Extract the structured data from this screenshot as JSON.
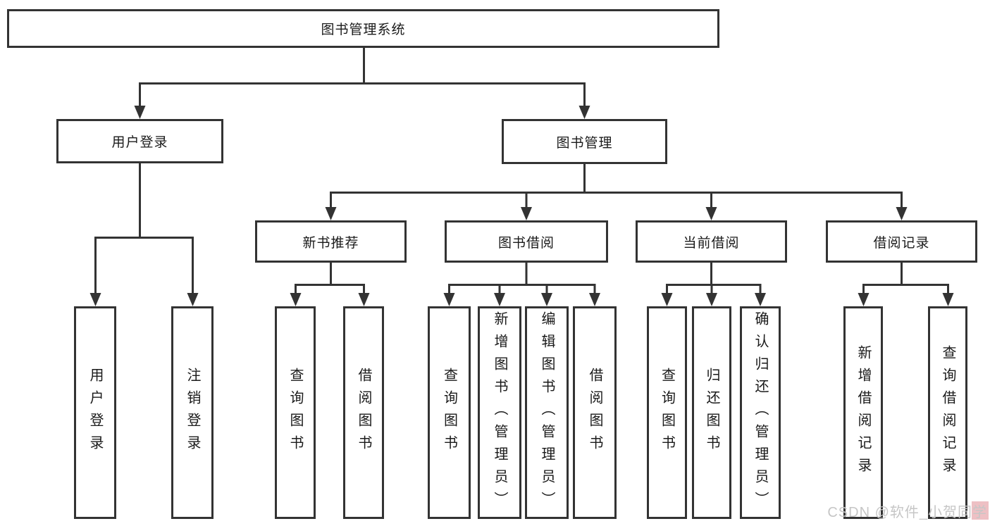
{
  "nodes": {
    "root": "图书管理系统",
    "level2": {
      "user_login": "用户登录",
      "book_mgmt": "图书管理"
    },
    "level3": {
      "recommend": "新书推荐",
      "borrow": "图书借阅",
      "current": "当前借阅",
      "records": "借阅记录"
    },
    "leaves": {
      "login": [
        "用户登录",
        "注销登录"
      ],
      "recommend": [
        "查询图书",
        "借阅图书"
      ],
      "borrow": [
        "查询图书",
        "新增图书（管理员）",
        "编辑图书（管理员）",
        "借阅图书"
      ],
      "current": [
        "查询图书",
        "归还图书",
        "确认归还（管理员）"
      ],
      "records": [
        "新增借阅记录",
        "查询借阅记录"
      ]
    }
  },
  "watermark": "CSDN @软件_小贺同学",
  "colors": {
    "line": "#333333",
    "text": "#1a1a1a",
    "background": "#ffffff",
    "watermark": "#c6c6c6",
    "watermark_accent": "#eec0c4"
  }
}
